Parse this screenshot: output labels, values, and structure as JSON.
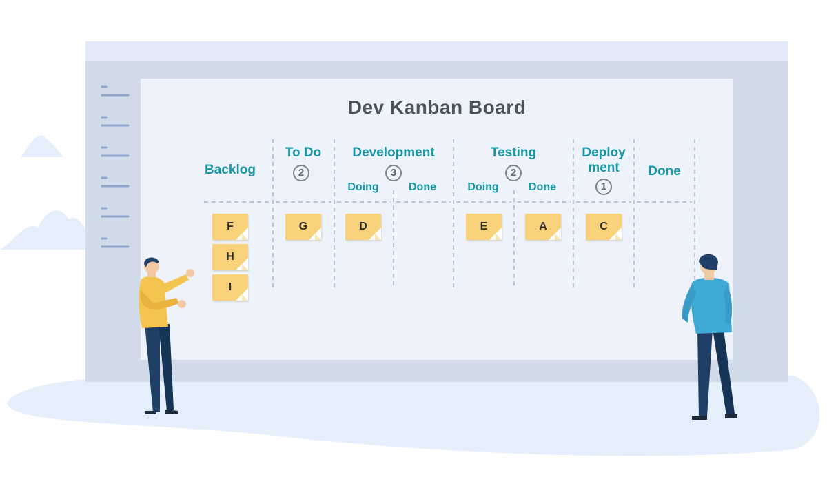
{
  "board": {
    "title": "Dev Kanban Board",
    "columns": [
      {
        "title": "Backlog"
      },
      {
        "title": "To Do",
        "wip_limit": "2"
      },
      {
        "title": "Development",
        "wip_limit": "3",
        "subcolumns": [
          "Doing",
          "Done"
        ]
      },
      {
        "title": "Testing",
        "wip_limit": "2",
        "subcolumns": [
          "Doing",
          "Done"
        ]
      },
      {
        "title_line1": "Deploy",
        "title_line2": "ment",
        "wip_limit": "1"
      },
      {
        "title": "Done"
      }
    ],
    "cards": {
      "backlog": [
        "F",
        "H",
        "I"
      ],
      "todo": [
        "G"
      ],
      "development_doing": [
        "D"
      ],
      "testing_doing": [
        "E"
      ],
      "testing_done": [
        "A"
      ],
      "deployment": [
        "C"
      ]
    }
  },
  "colors": {
    "accent": "#1796a6",
    "card": "#f7d27b",
    "board": "#eef3fb",
    "frame": "#d1dbea",
    "frame_top": "#e2ebf7"
  }
}
